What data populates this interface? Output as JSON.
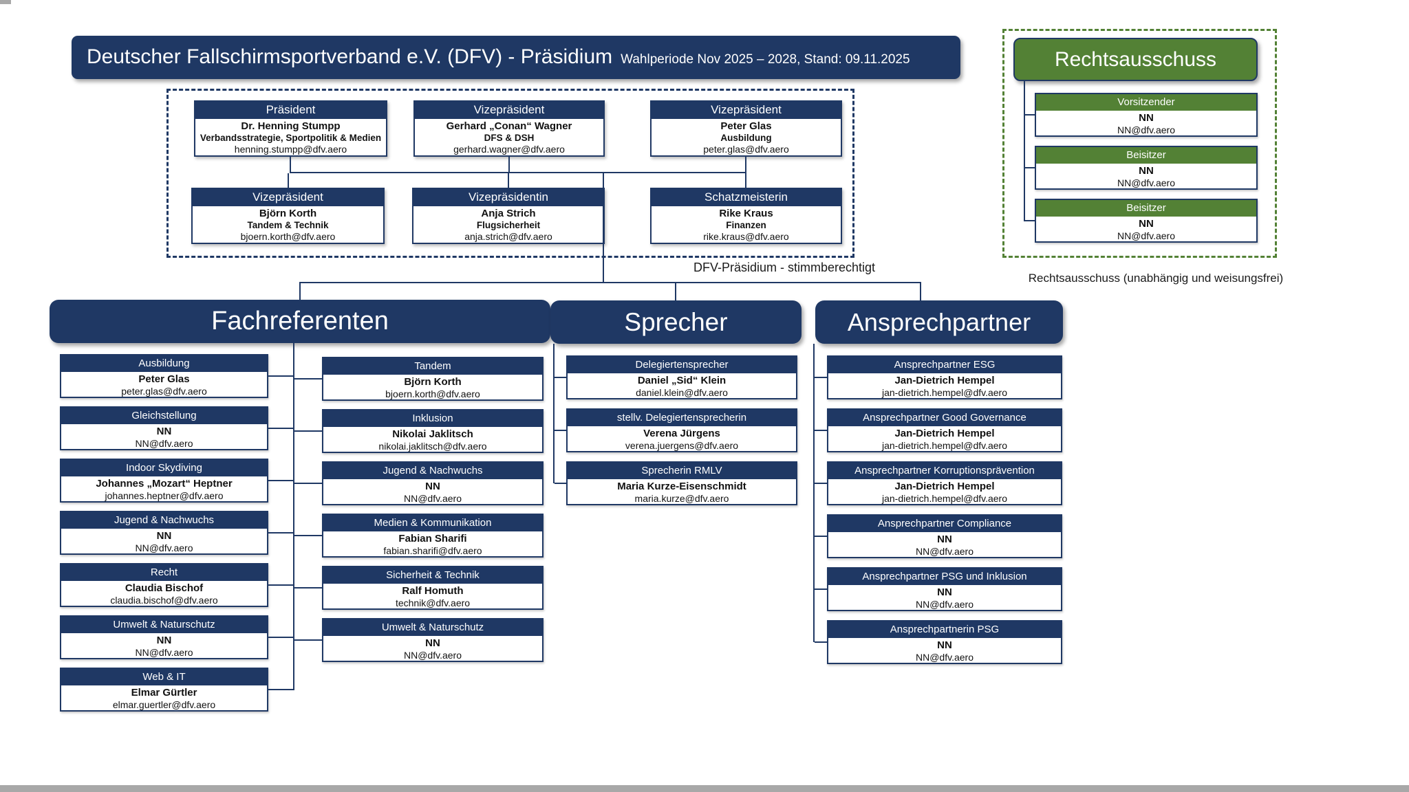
{
  "title": {
    "main": "Deutscher Fallschirmsportverband e.V. (DFV) - Präsidium",
    "sub": "Wahlperiode Nov 2025 – 2028, Stand: 09.11.2025"
  },
  "colors": {
    "navy": "#1f3864",
    "green": "#538135"
  },
  "praesidium": {
    "caption": "DFV-Präsidium - stimmberechtigt",
    "row1": [
      {
        "role": "Präsident",
        "name": "Dr. Henning Stumpp",
        "area": "Verbandsstrategie, Sportpolitik & Medien",
        "email": "henning.stumpp@dfv.aero"
      },
      {
        "role": "Vizepräsident",
        "name": "Gerhard „Conan“ Wagner",
        "area": "DFS & DSH",
        "email": "gerhard.wagner@dfv.aero"
      },
      {
        "role": "Vizepräsident",
        "name": "Peter Glas",
        "area": "Ausbildung",
        "email": "peter.glas@dfv.aero"
      }
    ],
    "row2": [
      {
        "role": "Vizepräsident",
        "name": "Björn Korth",
        "area": "Tandem & Technik",
        "email": "bjoern.korth@dfv.aero"
      },
      {
        "role": "Vizepräsidentin",
        "name": "Anja Strich",
        "area": "Flugsicherheit",
        "email": "anja.strich@dfv.aero"
      },
      {
        "role": "Schatzmeisterin",
        "name": "Rike Kraus",
        "area": "Finanzen",
        "email": "rike.kraus@dfv.aero"
      }
    ]
  },
  "rechtsausschuss": {
    "header": "Rechtsausschuss",
    "caption": "Rechtsausschuss (unabhängig und weisungsfrei)",
    "members": [
      {
        "role": "Vorsitzender",
        "name": "NN",
        "email": "NN@dfv.aero"
      },
      {
        "role": "Beisitzer",
        "name": "NN",
        "email": "NN@dfv.aero"
      },
      {
        "role": "Beisitzer",
        "name": "NN",
        "email": "NN@dfv.aero"
      }
    ]
  },
  "fachreferenten": {
    "header": "Fachreferenten",
    "col1": [
      {
        "topic": "Ausbildung",
        "name": "Peter Glas",
        "email": "peter.glas@dfv.aero"
      },
      {
        "topic": "Gleichstellung",
        "name": "NN",
        "email": "NN@dfv.aero"
      },
      {
        "topic": "Indoor Skydiving",
        "name": "Johannes „Mozart“ Heptner",
        "email": "johannes.heptner@dfv.aero"
      },
      {
        "topic": "Jugend & Nachwuchs",
        "name": "NN",
        "email": "NN@dfv.aero"
      },
      {
        "topic": "Recht",
        "name": "Claudia Bischof",
        "email": "claudia.bischof@dfv.aero"
      },
      {
        "topic": "Umwelt & Naturschutz",
        "name": "NN",
        "email": "NN@dfv.aero"
      },
      {
        "topic": "Web & IT",
        "name": "Elmar Gürtler",
        "email": "elmar.guertler@dfv.aero"
      }
    ],
    "col2": [
      {
        "topic": "Tandem",
        "name": "Björn Korth",
        "email": "bjoern.korth@dfv.aero"
      },
      {
        "topic": "Inklusion",
        "name": "Nikolai Jaklitsch",
        "email": "nikolai.jaklitsch@dfv.aero"
      },
      {
        "topic": "Jugend & Nachwuchs",
        "name": "NN",
        "email": "NN@dfv.aero"
      },
      {
        "topic": "Medien & Kommunikation",
        "name": "Fabian Sharifi",
        "email": "fabian.sharifi@dfv.aero"
      },
      {
        "topic": "Sicherheit & Technik",
        "name": "Ralf Homuth",
        "email": "technik@dfv.aero"
      },
      {
        "topic": "Umwelt & Naturschutz",
        "name": "NN",
        "email": "NN@dfv.aero"
      }
    ]
  },
  "sprecher": {
    "header": "Sprecher",
    "items": [
      {
        "topic": "Delegiertensprecher",
        "name": "Daniel „Sid“ Klein",
        "email": "daniel.klein@dfv.aero"
      },
      {
        "topic": "stellv. Delegiertensprecherin",
        "name": "Verena Jürgens",
        "email": "verena.juergens@dfv.aero"
      },
      {
        "topic": "Sprecherin RMLV",
        "name": "Maria Kurze-Eisenschmidt",
        "email": "maria.kurze@dfv.aero"
      }
    ]
  },
  "ansprechpartner": {
    "header": "Ansprechpartner",
    "items": [
      {
        "topic": "Ansprechpartner ESG",
        "name": "Jan-Dietrich Hempel",
        "email": "jan-dietrich.hempel@dfv.aero"
      },
      {
        "topic": "Ansprechpartner Good Governance",
        "name": "Jan-Dietrich Hempel",
        "email": "jan-dietrich.hempel@dfv.aero"
      },
      {
        "topic": "Ansprechpartner Korruptionsprävention",
        "name": "Jan-Dietrich Hempel",
        "email": "jan-dietrich.hempel@dfv.aero"
      },
      {
        "topic": "Ansprechpartner Compliance",
        "name": "NN",
        "email": "NN@dfv.aero"
      },
      {
        "topic": "Ansprechpartner PSG und Inklusion",
        "name": "NN",
        "email": "NN@dfv.aero"
      },
      {
        "topic": "Ansprechpartnerin PSG",
        "name": "NN",
        "email": "NN@dfv.aero"
      }
    ]
  }
}
